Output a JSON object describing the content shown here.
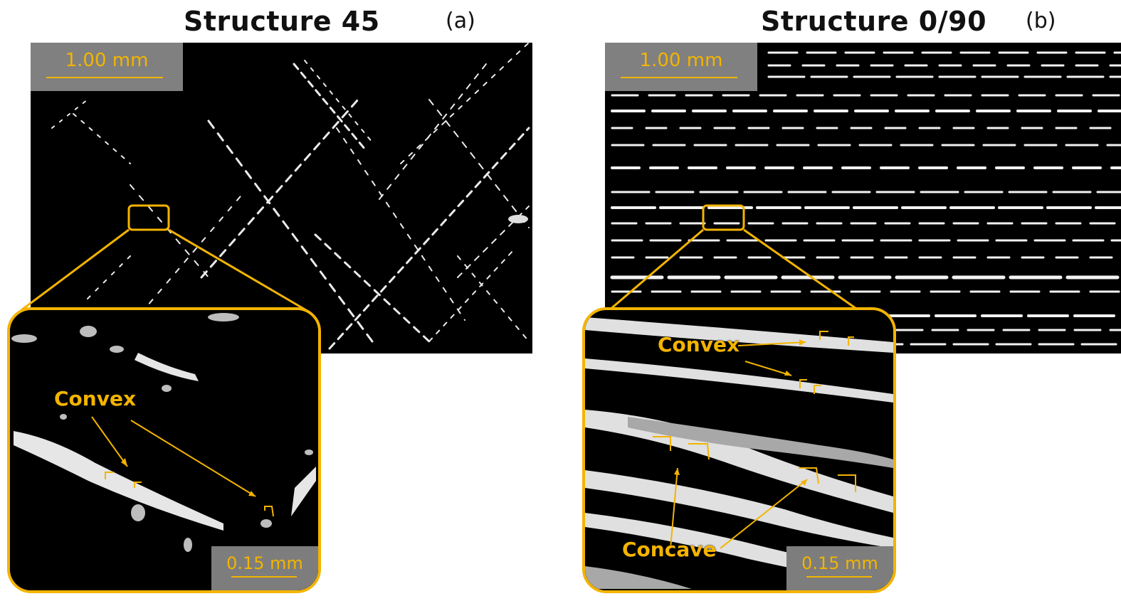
{
  "panel_a": {
    "title": "Structure 45",
    "letter": "(a)",
    "main_scale_bar": "1.00 mm",
    "inset_scale_bar": "0.15 mm",
    "annotations": [
      "Convex"
    ]
  },
  "panel_b": {
    "title": "Structure 0/90",
    "letter": "(b)",
    "main_scale_bar": "1.00 mm",
    "inset_scale_bar": "0.15 mm",
    "annotations": [
      "Convex",
      "Concave"
    ]
  },
  "colors": {
    "accent": "#f3b400",
    "background": "#000000",
    "scale_box": "#808080"
  }
}
